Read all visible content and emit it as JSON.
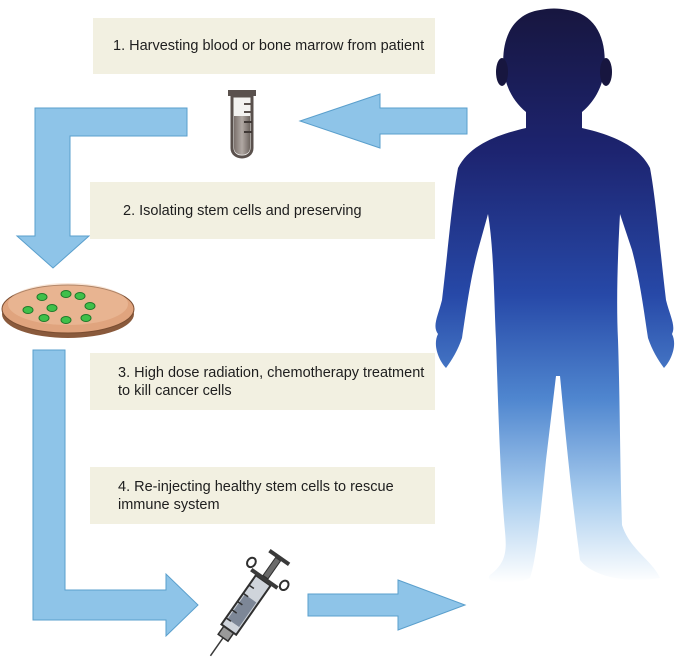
{
  "steps": [
    {
      "label": "1. Harvesting blood or bone marrow from patient"
    },
    {
      "label": "2. Isolating stem cells and preserving"
    },
    {
      "label": "3. High dose radiation, chemotherapy treatment to kill cancer cells"
    },
    {
      "label": "4. Re-injecting healthy stem cells to rescue immune system"
    }
  ],
  "colors": {
    "arrow": "#8ec4e8",
    "arrow_outline": "#5a9fcc",
    "box": "#f2f0e1",
    "silhouette_top": "#1a1a52",
    "silhouette_mid": "#2a4fb0",
    "dish": "#e0a47e",
    "cells": "#3fc04a"
  }
}
